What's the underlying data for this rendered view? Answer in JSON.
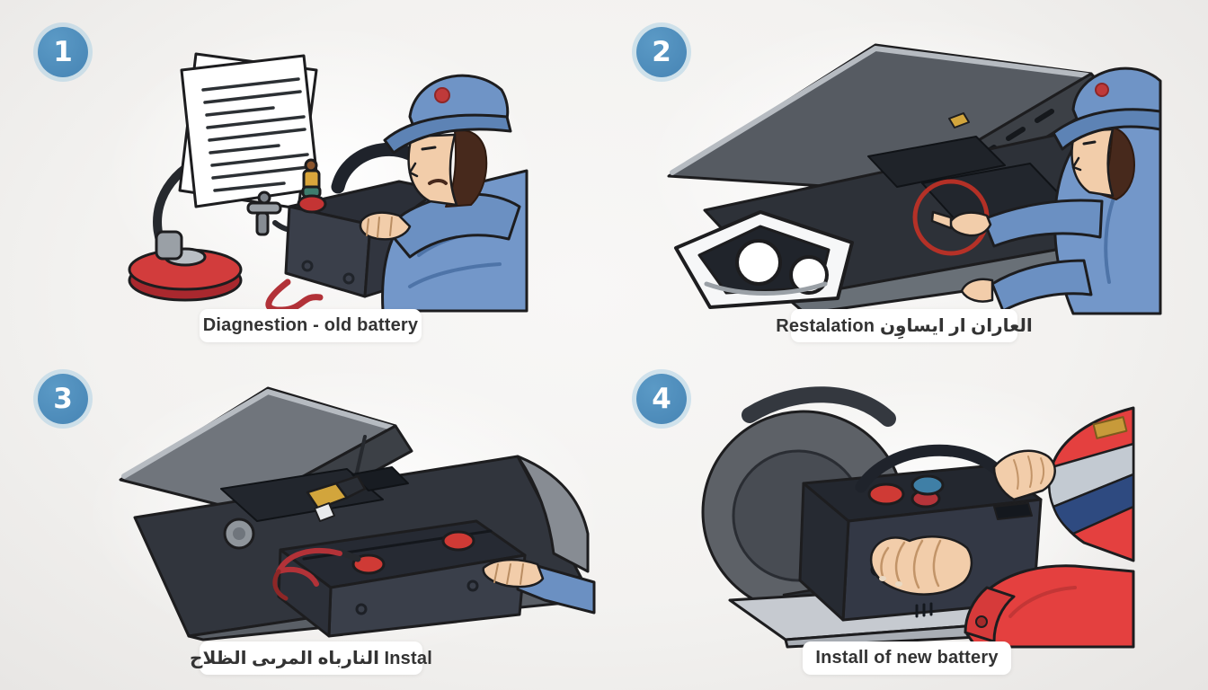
{
  "steps": [
    {
      "number": "1",
      "caption": "Diagnestion - old battery"
    },
    {
      "number": "2",
      "caption": "Restalation العاران ار ايساوِن"
    },
    {
      "number": "3",
      "caption": "النارباه المرىى الظلاح Instal"
    },
    {
      "number": "4",
      "caption": "Install of new battery"
    }
  ],
  "colors": {
    "background": "#f2f1ef",
    "badge_blue": "#4e8cba",
    "badge_text": "#ffffff",
    "caption_bg": "#ffffff",
    "caption_text": "#333333",
    "uniform_blue": "#7397c9",
    "uniform_red": "#e4403f",
    "battery_dark": "#333845",
    "annotation_red": "#c13126",
    "skin": "#f2cdaa"
  }
}
